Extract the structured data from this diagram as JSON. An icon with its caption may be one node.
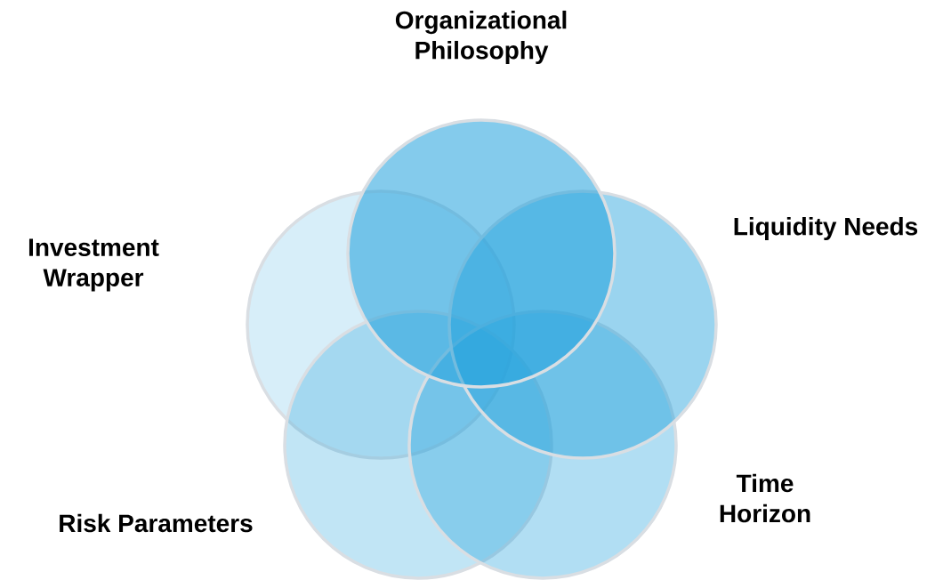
{
  "diagram": {
    "nodes": [
      {
        "text": [
          "Organizational Philosophy"
        ]
      },
      {
        "text": [
          "Liquidity Needs"
        ]
      },
      {
        "text": [
          "Time Horizon"
        ]
      },
      {
        "text": [
          "Risk Parameters"
        ]
      },
      {
        "text": [
          "Investment Wrapper"
        ]
      }
    ]
  }
}
